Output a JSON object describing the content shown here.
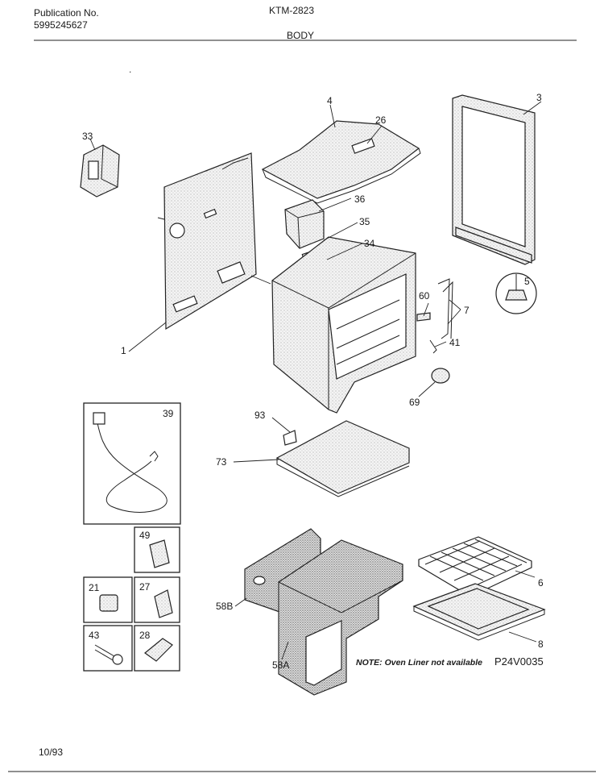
{
  "header": {
    "publication_label": "Publication No.",
    "publication_number": "5995245627",
    "model": "KTM-2823",
    "section": "BODY"
  },
  "callouts": {
    "c1": "1",
    "c3": "3",
    "c4": "4",
    "c5": "5",
    "c6": "6",
    "c7": "7",
    "c8": "8",
    "c21": "21",
    "c26": "26",
    "c27": "27",
    "c28": "28",
    "c33": "33",
    "c34": "34",
    "c35": "35",
    "c36": "36",
    "c39": "39",
    "c41": "41",
    "c43": "43",
    "c49": "49",
    "c58a": "58A",
    "c58b": "58B",
    "c60": "60",
    "c69": "69",
    "c73": "73",
    "c93": "93"
  },
  "note": "NOTE: Oven Liner not available",
  "drawing_code": "P24V0035",
  "date": "10/93"
}
